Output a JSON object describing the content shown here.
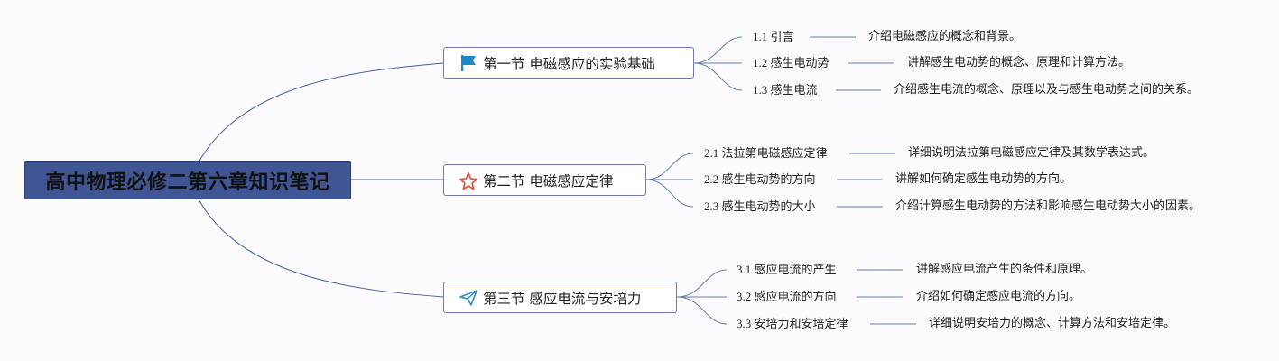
{
  "root": {
    "title": "高中物理必修二第六章知识笔记"
  },
  "sections": [
    {
      "title": "第一节 电磁感应的实验基础",
      "icon": "flag-icon",
      "items": [
        {
          "label": "1.1 引言",
          "desc": "介绍电磁感应的概念和背景。"
        },
        {
          "label": "1.2 感生电动势",
          "desc": "讲解感生电动势的概念、原理和计算方法。"
        },
        {
          "label": "1.3 感生电流",
          "desc": "介绍感生电流的概念、原理以及与感生电动势之间的关系。"
        }
      ]
    },
    {
      "title": "第二节 电磁感应定律",
      "icon": "star-icon",
      "items": [
        {
          "label": "2.1 法拉第电磁感应定律",
          "desc": "详细说明法拉第电磁感应定律及其数学表达式。"
        },
        {
          "label": "2.2 感生电动势的方向",
          "desc": "讲解如何确定感生电动势的方向。"
        },
        {
          "label": "2.3 感生电动势的大小",
          "desc": "介绍计算感生电动势的方法和影响感生电动势大小的因素。"
        }
      ]
    },
    {
      "title": "第三节 感应电流与安培力",
      "icon": "paper-plane-icon",
      "items": [
        {
          "label": "3.1 感应电流的产生",
          "desc": "讲解感应电流产生的条件和原理。"
        },
        {
          "label": "3.2 感应电流的方向",
          "desc": "介绍如何确定感应电流的方向。"
        },
        {
          "label": "3.3 安培力和安培定律",
          "desc": "详细说明安培力的概念、计算方法和安培定律。"
        }
      ]
    }
  ],
  "colors": {
    "root_fill": "#3f5594",
    "line": "#4a5ea0",
    "flag": "#1e88c8",
    "star": "#e05040",
    "plane": "#3a8fc0"
  }
}
